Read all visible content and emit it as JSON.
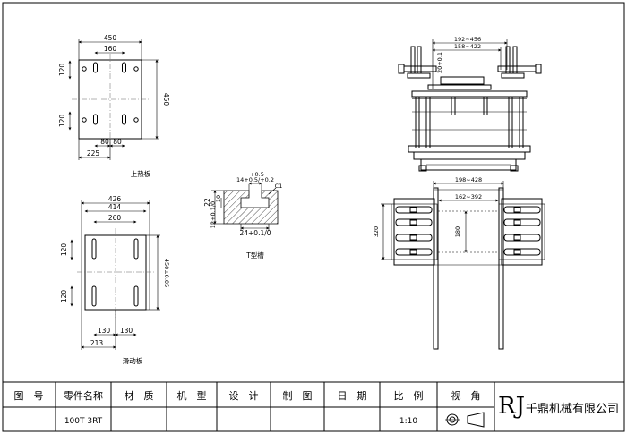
{
  "title_block": {
    "headers": [
      "图　号",
      "零件名称",
      "材　质",
      "机　型",
      "设　计",
      "制　图",
      "日　期",
      "比　例",
      "视　角"
    ],
    "values": [
      "",
      "100T 3RT",
      "",
      "",
      "",
      "",
      "",
      "1:10",
      ""
    ],
    "logo_letters": "RJ",
    "company": "壬鼎机械有限公司"
  },
  "upper_plate": {
    "label": "上热板",
    "dims": {
      "width": "450",
      "slot_span": "160",
      "height": "450",
      "row_top": "120",
      "row_bottom": "120",
      "slot_l": "80",
      "slot_r": "80",
      "offset": "225"
    }
  },
  "slide_plate": {
    "label": "滑动板",
    "dims": {
      "overall": "426",
      "inner": "414",
      "slot_span": "260",
      "height": "450±0.05",
      "row_top": "120",
      "row_bottom": "120",
      "slot_l": "130",
      "slot_r": "130",
      "offset": "213"
    }
  },
  "t_slot": {
    "label": "T型槽",
    "dims": {
      "top_width": "14+0.5/+0.2",
      "top_tol": "+0.5",
      "depth": "22",
      "neck": "10",
      "base": "12+0.1/0",
      "base_width": "24+0.1/0",
      "chamfer": "C1"
    }
  },
  "machine": {
    "front_dims": {
      "range_outer": "192~456",
      "range_inner": "158~422",
      "stroke": "20+0.1"
    },
    "plan_dims": {
      "range_outer": "198~428",
      "range_inner": "162~392",
      "height": "320",
      "inner_h": "180"
    }
  }
}
